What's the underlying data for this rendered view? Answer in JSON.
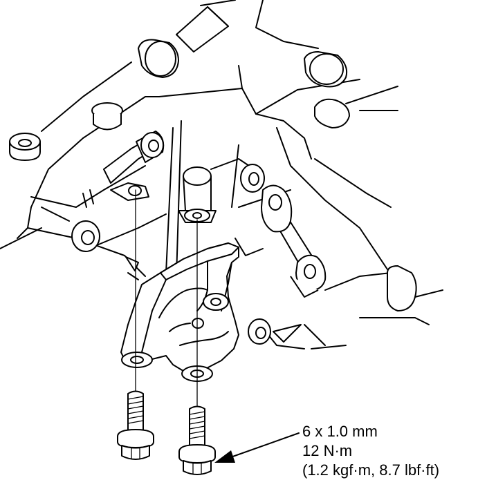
{
  "callout": {
    "bolt_size": "6 x 1.0 mm",
    "torque_nm": "12 N·m",
    "torque_alt": "(1.2 kgf·m, 8.7 lbf·ft)"
  }
}
